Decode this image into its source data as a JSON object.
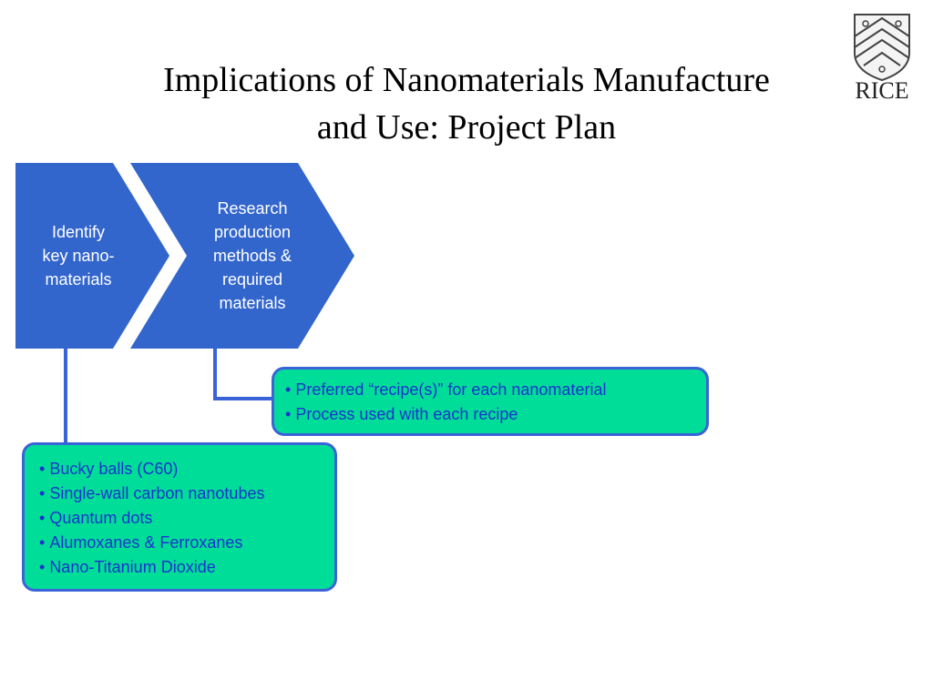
{
  "slide": {
    "title_lines": [
      "Implications of Nanomaterials Manufacture",
      "and Use: Project Plan"
    ]
  },
  "logo": {
    "text": "RICE"
  },
  "colors": {
    "chevron": "#3366cc",
    "box_fill": "#00dd99",
    "box_border": "#3a63d8",
    "box_text": "#1a33cc",
    "connector": "#3a63d8"
  },
  "steps": [
    {
      "label_lines": [
        "Identify",
        "key nano-",
        "materials"
      ]
    },
    {
      "label_lines": [
        "Research",
        "production",
        "methods &",
        "required",
        "materials"
      ]
    }
  ],
  "boxes": [
    {
      "items": [
        "Preferred “recipe(s)” for each nanomaterial",
        "Process used with each recipe"
      ]
    },
    {
      "items": [
        "Bucky balls (C60)",
        "Single-wall carbon nanotubes",
        "Quantum dots",
        "Alumoxanes & Ferroxanes",
        "Nano-Titanium Dioxide"
      ]
    }
  ]
}
